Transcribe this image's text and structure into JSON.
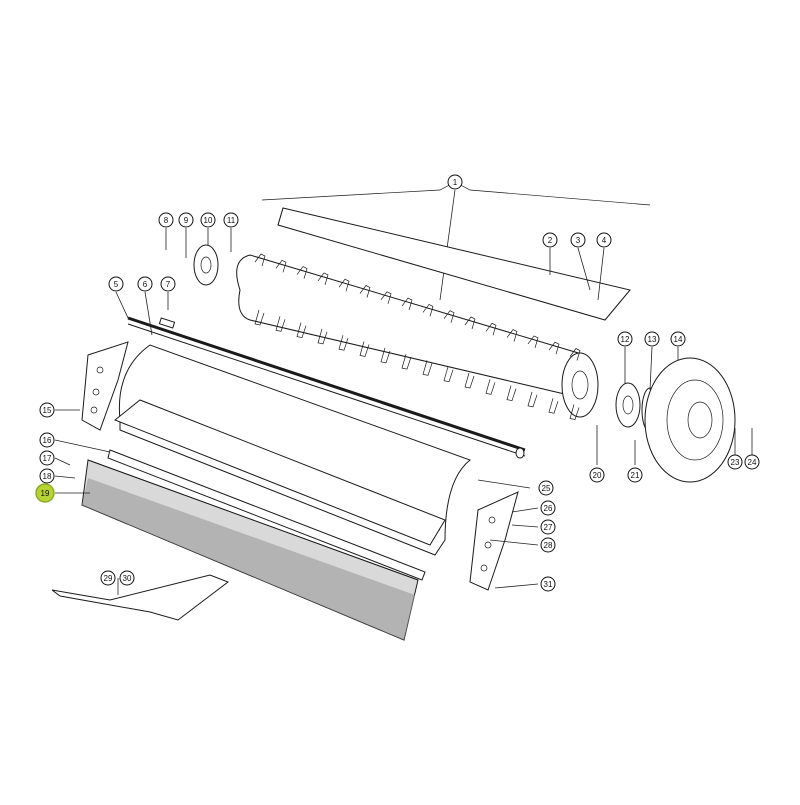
{
  "highlight_color": "#b5d334",
  "callouts": [
    {
      "label": "1"
    },
    {
      "label": "2"
    },
    {
      "label": "3"
    },
    {
      "label": "4"
    },
    {
      "label": "5"
    },
    {
      "label": "6"
    },
    {
      "label": "7"
    },
    {
      "label": "8"
    },
    {
      "label": "9"
    },
    {
      "label": "10"
    },
    {
      "label": "11"
    },
    {
      "label": "12"
    },
    {
      "label": "13"
    },
    {
      "label": "14"
    },
    {
      "label": "15"
    },
    {
      "label": "16"
    },
    {
      "label": "17"
    },
    {
      "label": "18"
    },
    {
      "label": "19",
      "highlighted": true
    },
    {
      "label": "20"
    },
    {
      "label": "21"
    },
    {
      "label": "23"
    },
    {
      "label": "24"
    },
    {
      "label": "25"
    },
    {
      "label": "26"
    },
    {
      "label": "27"
    },
    {
      "label": "28"
    },
    {
      "label": "29"
    },
    {
      "label": "30"
    },
    {
      "label": "31"
    }
  ]
}
